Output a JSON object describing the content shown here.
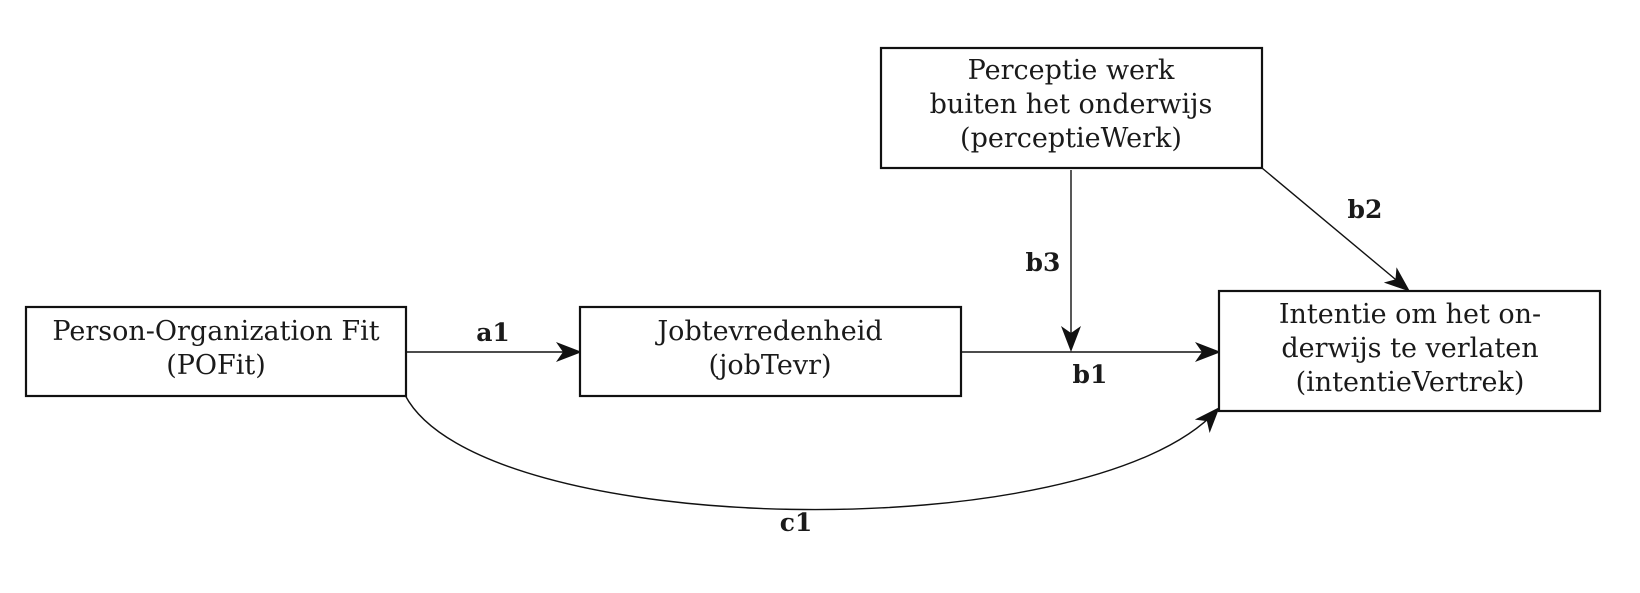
{
  "nodes": {
    "pofit": {
      "lines": [
        "Person-Organization Fit",
        "(POFit)"
      ]
    },
    "jobtevr": {
      "lines": [
        "Jobtevredenheid",
        "(jobTevr)"
      ]
    },
    "percept": {
      "lines": [
        "Perceptie werk",
        "buiten het onderwijs",
        "(perceptieWerk)"
      ]
    },
    "intentie": {
      "lines": [
        "Intentie om het on-",
        "derwijs te verlaten",
        "(intentieVertrek)"
      ]
    }
  },
  "edges": {
    "a1": {
      "label": "a1"
    },
    "b1": {
      "label": "b1"
    },
    "b2": {
      "label": "b2"
    },
    "b3": {
      "label": "b3"
    },
    "c1": {
      "label": "c1"
    }
  }
}
